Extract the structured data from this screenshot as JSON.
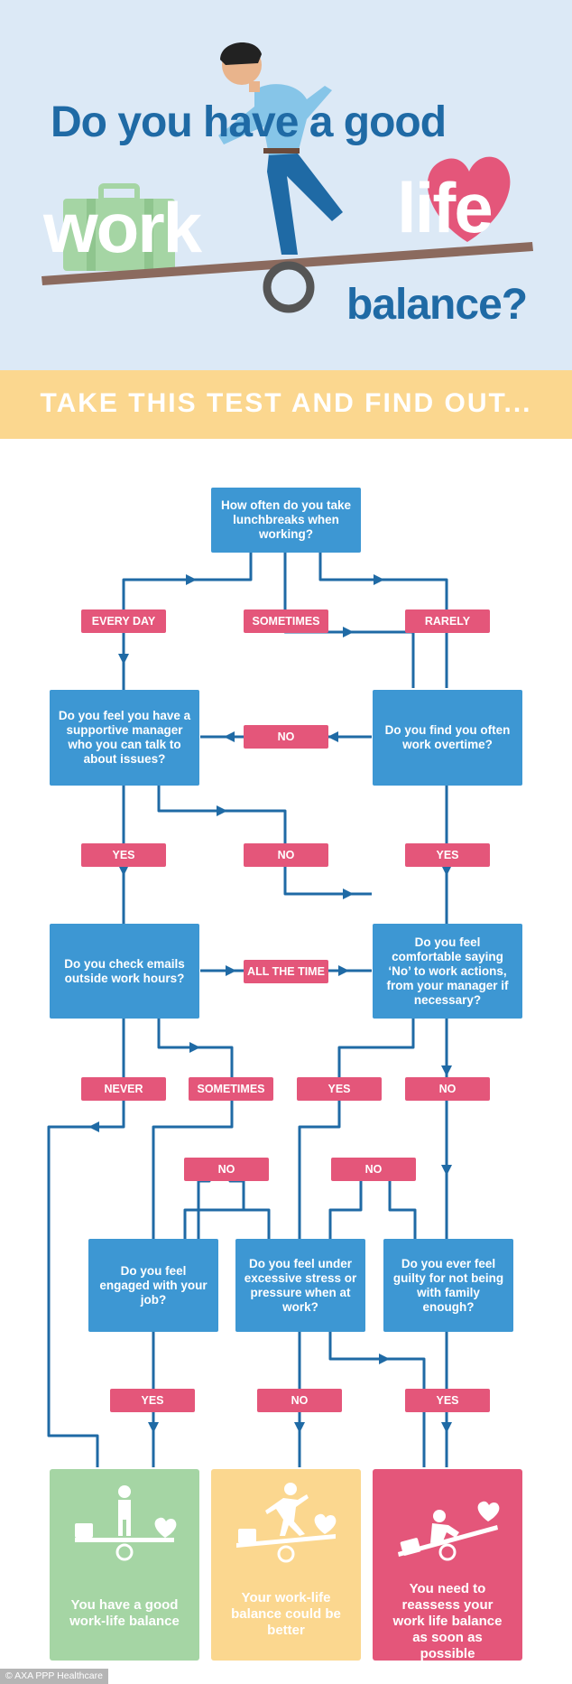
{
  "header": {
    "title": "Do you have a good",
    "work_word": "work",
    "life_word": "life",
    "balance_word": "balance?"
  },
  "banner": {
    "text": "TAKE THIS TEST AND FIND OUT..."
  },
  "questions": {
    "q1": "How often do you take lunchbreaks when working?",
    "q2": "Do you feel you have a supportive manager who you can talk to about issues?",
    "q3": "Do you find you often work overtime?",
    "q4": "Do you check emails outside work hours?",
    "q5": "Do you feel comfortable saying ‘No’ to work actions, from your manager if necessary?",
    "q6": "Do you feel engaged with your job?",
    "q7": "Do you feel under excessive stress or pressure when at work?",
    "q8": "Do you ever feel guilty for not being with family enough?"
  },
  "labels": {
    "every_day": "EVERY DAY",
    "sometimes_1": "SOMETIMES",
    "rarely": "RARELY",
    "no_1": "NO",
    "yes_1": "YES",
    "no_2": "NO",
    "yes_2": "YES",
    "all_the_time": "ALL THE TIME",
    "never": "NEVER",
    "sometimes_2": "SOMETIMES",
    "yes_3": "YES",
    "no_3": "NO",
    "no_4": "NO",
    "no_5": "NO",
    "yes_4": "YES",
    "no_6": "NO",
    "yes_5": "YES"
  },
  "results": {
    "good": "You have a good work-life balance",
    "better": "Your work-life balance could be better",
    "reassess": "You need to reassess your work life balance as soon as possible"
  },
  "colors": {
    "question_blue": "#3d97d3",
    "label_pink": "#e4567a",
    "result_green": "#a5d5a4",
    "result_yellow": "#fbd78f",
    "result_pink": "#e4567a",
    "line_blue": "#1f6aa5"
  },
  "footer": {
    "copyright": "© AXA PPP Healthcare"
  }
}
